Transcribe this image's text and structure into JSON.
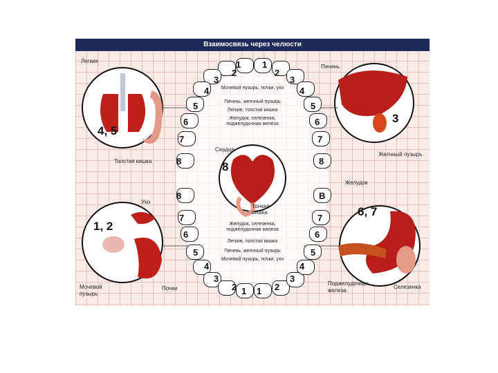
{
  "title": "Взаимосвязь через челюсти",
  "organs": {
    "lungs": "Легкие",
    "colon": "Толстая кишка",
    "ear": "Ухо",
    "bladder": "Мочевой пузырь",
    "kidneys": "Почки",
    "liver": "Печень",
    "gallbladder": "Желчный пузырь",
    "stomach": "Желудок",
    "pancreas": "Поджелудочная железа",
    "spleen": "Селезенка",
    "heart": "Сердце",
    "small_intestine": "Тонкая кишка"
  },
  "numbers": {
    "lungs": "4, 5",
    "ear_bladder_kidneys": "1, 2",
    "liver": "3",
    "stomach": "6, 7",
    "heart": "8"
  },
  "center_labels": {
    "upper": [
      "Мочевой пузырь, почки, ухо",
      "Печень, желчный пузырь",
      "Легкие, толстая кишка",
      "Желудок, селезенка, поджелудочная железа"
    ],
    "lower": [
      "Желудок, селезенка, поджелудочная железа",
      "Легкие, толстая кишка",
      "Печень, желчный пузырь",
      "Мочевой пузырь, почки, ухо"
    ]
  },
  "teeth": {
    "upper_left": [
      "8",
      "7",
      "6",
      "5",
      "4",
      "3",
      "2",
      "1"
    ],
    "upper_right": [
      "1",
      "2",
      "3",
      "4",
      "5",
      "6",
      "7",
      "8"
    ],
    "lower_left": [
      "8",
      "7",
      "6",
      "5",
      "4",
      "3",
      "2",
      "1"
    ],
    "lower_right": [
      "1",
      "2",
      "3",
      "4",
      "5",
      "6",
      "7",
      "B"
    ]
  },
  "colors": {
    "title_bg": "#1f2a58",
    "organ_red": "#c0201c",
    "grid": "#e3c4be"
  }
}
